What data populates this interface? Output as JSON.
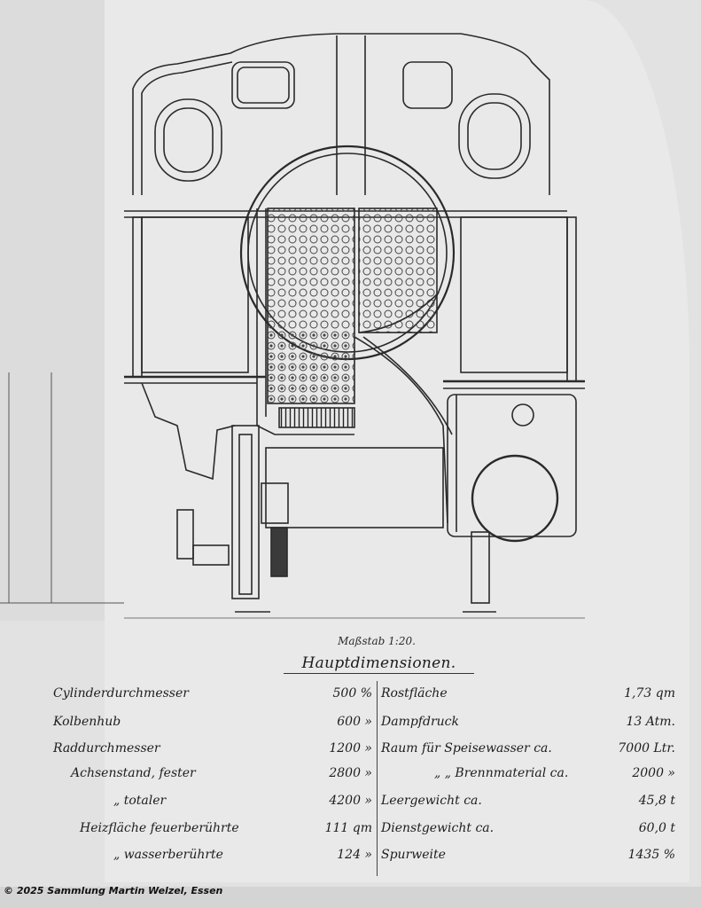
{
  "drawing": {
    "scale_caption": "Maßstab 1:20.",
    "title": "Hauptdimensionen."
  },
  "dimensions_left": [
    {
      "label": "Cylinderdurchmesser",
      "value": "500 %"
    },
    {
      "label": "Kolbenhub",
      "value": "600 »"
    },
    {
      "label": "Raddurchmesser",
      "value": "1200 »"
    },
    {
      "label": "Achsenstand, fester",
      "value": "2800 »"
    },
    {
      "label": "„ totaler",
      "value": "4200 »"
    },
    {
      "label": "Heizfläche feuerberührte",
      "value": "111 qm"
    },
    {
      "label": "„ wasserberührte",
      "value": "124 »"
    }
  ],
  "dimensions_right": [
    {
      "label": "Rostfläche",
      "value": "1,73 qm"
    },
    {
      "label": "Dampfdruck",
      "value": "13 Atm."
    },
    {
      "label": "Raum für Speisewasser ca.",
      "value": "7000 Ltr."
    },
    {
      "label": "„ „ Brennmaterial ca.",
      "value": "2000 »"
    },
    {
      "label": "Leergewicht ca.",
      "value": "45,8 t"
    },
    {
      "label": "Dienstgewicht ca.",
      "value": "60,0 t"
    },
    {
      "label": "Spurweite",
      "value": "1435 %"
    }
  ],
  "copyright": "© 2025 Sammlung Martin Welzel, Essen",
  "colors": {
    "paper": "#e9e9e9",
    "ink": "#2a2a2a"
  }
}
